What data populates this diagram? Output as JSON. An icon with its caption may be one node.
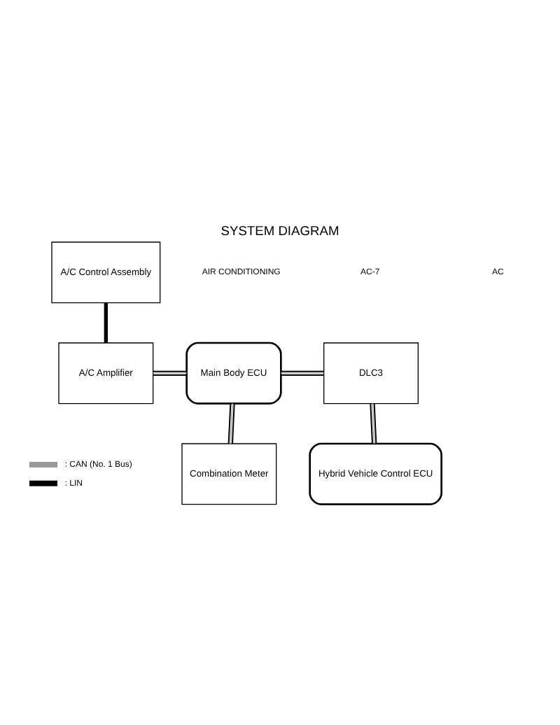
{
  "diagram": {
    "title": "SYSTEM DIAGRAM",
    "nodes": [
      {
        "text": [
          "A/C Control Assembly"
        ]
      },
      {
        "text": [
          "A/C Amplifier"
        ]
      },
      {
        "text": [
          "Main Body ECU"
        ]
      },
      {
        "text": [
          "DLC3"
        ]
      },
      {
        "text": [
          "Combination Meter"
        ]
      },
      {
        "text": [
          "Hybrid Vehicle Control ECU"
        ]
      }
    ],
    "edges": [
      {
        "from": 0,
        "to": 1,
        "arrow": "none",
        "style": "thick"
      },
      {
        "from": 1,
        "to": 2,
        "arrow": "none"
      },
      {
        "from": 2,
        "to": 4,
        "arrow": "none"
      },
      {
        "from": 2,
        "to": 3,
        "arrow": "none"
      },
      {
        "from": 3,
        "to": 5,
        "arrow": "none"
      }
    ],
    "labels": [
      "AIR CONDITIONING",
      "AC-7",
      "AC"
    ],
    "legend": [
      {
        "text": ": CAN (No. 1 Bus)"
      },
      {
        "text": ": LIN"
      }
    ]
  }
}
